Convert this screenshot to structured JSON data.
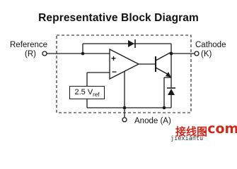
{
  "title": "Representative Block Diagram",
  "pins": {
    "reference_label": "Reference",
    "reference_abbrev": "(R)",
    "cathode_label": "Cathode",
    "cathode_abbrev": "(K)",
    "anode_label": "Anode (A)"
  },
  "opamp": {
    "plus_sign": "+",
    "minus_sign": "−"
  },
  "vref": {
    "base": "2.5 V",
    "sub": "ref"
  },
  "watermark": {
    "chinese": "接线图",
    "dotcom": ".com",
    "url": "jiexiantu"
  },
  "colors": {
    "line": "#1a1a1a",
    "dash": "#1a1a1a",
    "watermark": "#cc2a1c"
  },
  "icons": [
    "reference-terminal-icon",
    "cathode-terminal-icon",
    "anode-terminal-icon",
    "opamp-triangle-icon",
    "diode-icon",
    "npn-transistor-icon",
    "reverse-diode-icon"
  ]
}
